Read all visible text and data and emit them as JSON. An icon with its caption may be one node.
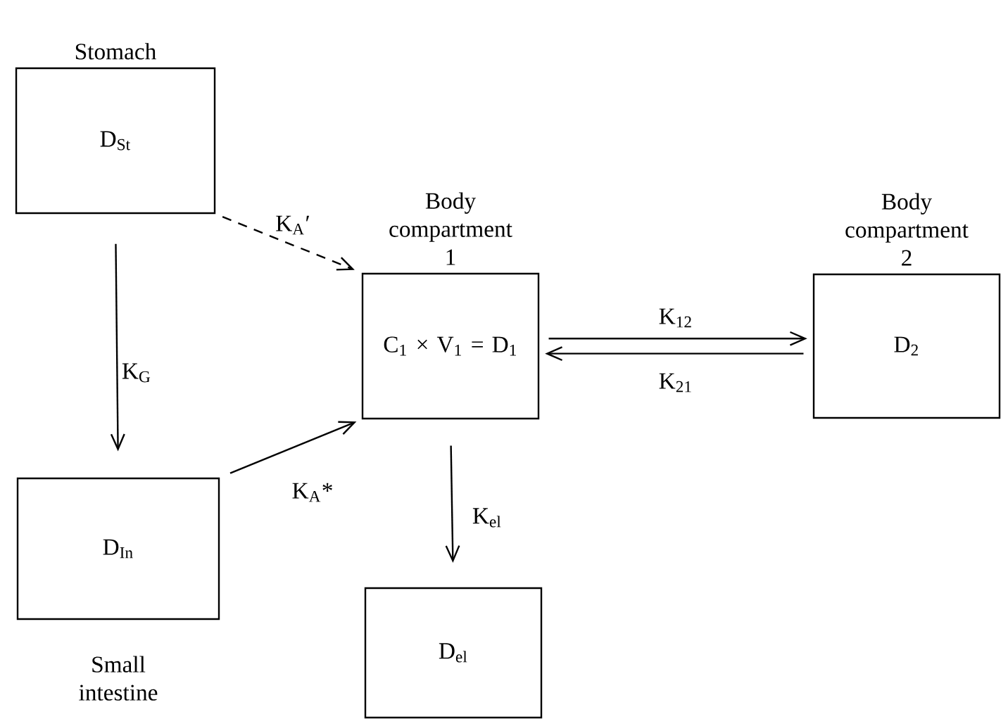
{
  "diagram": {
    "nodes": [
      {
        "text": [
          "Stomach",
          "D$_{St}$"
        ]
      },
      {
        "text": [
          "Body compartment 1",
          "C$_{1}$ × V$_{1}$ = D$_{1}$"
        ]
      },
      {
        "text": [
          "Body compartment 2",
          "D$_{2}$"
        ]
      },
      {
        "text": [
          "D$_{In}$",
          "Small intestine"
        ]
      },
      {
        "text": [
          "D$_{el}$"
        ]
      }
    ],
    "edges": [
      {
        "from": 0,
        "to": 3,
        "arrow": "to",
        "label": "K$_{G}$"
      },
      {
        "from": 0,
        "to": 1,
        "arrow": "to",
        "label": "K$_{A}$′",
        "style": "dashed"
      },
      {
        "from": 3,
        "to": 1,
        "arrow": "to",
        "label": "K$_{A}$*"
      },
      {
        "from": 1,
        "to": 2,
        "arrow": "to",
        "label": "K$_{12}$"
      },
      {
        "from": 2,
        "to": 1,
        "arrow": "to",
        "label": "K$_{21}$"
      },
      {
        "from": 1,
        "to": 4,
        "arrow": "to",
        "label": "K$_{el}$"
      }
    ]
  }
}
